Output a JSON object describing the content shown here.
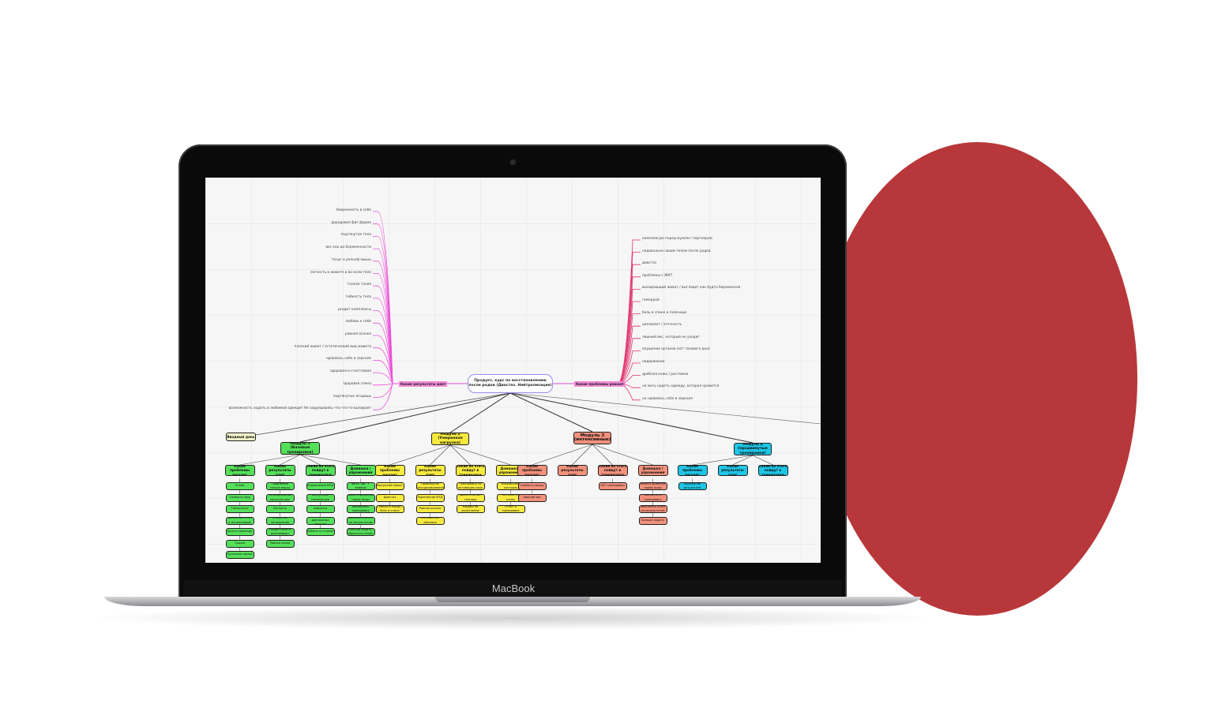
{
  "laptop": {
    "brand": "MacBook"
  },
  "mindmap": {
    "root": "Продукт, курс по восстановлению после родов (Диастаз. Нейтрализация)",
    "left_hub": "Какие результаты дает",
    "right_hub": "Какие проблемы решает",
    "left_leaves": [
      "Уверенность в себе",
      "дородовая фиг.форма",
      "подтянутое тело",
      "вес как до беременности",
      "тонус и рельеф мышц",
      "легкость в животе и во всем теле",
      "тонкая талия",
      "гибкость тела",
      "уходит комплексы",
      "любовь к себе",
      "ровная осанка",
      "плоский живот / эстетический вид живота",
      "нравлюсь себе в зеркале",
      "здоровая и счастливая",
      "здоровая спина",
      "подтянутые ягодицы",
      "возможность ходить в любимой одеждe! Не задумываясь что что-то выпирает"
    ],
    "right_leaves": [
      "комплексую перед мужем / партнером",
      "недовольна своим телом после родов",
      "диастаз",
      "проблемы с ЖКТ",
      "выпирающий живот / выглядит как будто беременная",
      "геморрой",
      "боль в спине и пояснице",
      "целлюлит / отечность",
      "лишний вес, который не уходит",
      "опущение органов (м/т тазового дна)",
      "недержание",
      "дряблая кожа / растяжки",
      "не могу надеть одежду, которая нравится",
      "не нравлюсь себе в зеркале"
    ],
    "intro": "Вводный день",
    "modules": [
      {
        "title": "Модуль 1 (Базовые тренировки)",
        "color": "#55e05a",
        "subs": [
          {
            "label": "Какие проблемы решает",
            "items": [
              "Отеки",
              "Слабость мкд",
              "Гипертонус",
              "Проблемы с ЖКТ и мочеполовой",
              "Боль в пояснице",
              "Грыжи",
              "Пупочная грыжа"
            ]
          },
          {
            "label": "Какие результаты дает",
            "items": [
              "Появление тонуса мышц",
              "Тонизирование мускулатуры",
              "Легкость",
              "Снижение напряжения",
              "Уходят боли и дискомфорт",
              "Ровная спина"
            ]
          },
          {
            "label": "Какие из этого пойдут в тренировки",
            "items": [
              "Упражнения МТД",
              "Вакуумный самомассаж",
              "Самомассаж живота и мобилизация",
              "Вакуумно-дренажные техники",
              "Работа со стопой"
            ]
          },
          {
            "label": "Домашка / упражнения",
            "items": [
              "Фото \"до\" + замеры",
              "Выпить дневную норму воды",
              "Выполнить тренировку",
              "Заполнить отчет по результатам",
              "Больше ходить, оберегать спину"
            ]
          }
        ]
      },
      {
        "title": "Модуль 2 (Умеренная нагрузка)",
        "color": "#f7ea3f",
        "subs": [
          {
            "label": "Какие проблемы решает",
            "items": [
              "Выпуклый живот",
              "Диастаз",
              "Слабость мышц / боль в спине"
            ]
          },
          {
            "label": "Какие результаты дает",
            "items": [
              "Правильное функционирование",
              "Укрепление МТД",
              "Ровная осанка",
              "Уменьшение объемов"
            ]
          },
          {
            "label": "Какие из этого пойдут в тренировки",
            "items": [
              "Тренировки на активацию кора",
              "Дыхательные техники",
              "Кардио на укрепление"
            ]
          },
          {
            "label": "Домашка / упражнения",
            "items": [
              "Визуальный контроль",
              "Питание по плану",
              "Отчет о тренировке"
            ]
          }
        ]
      },
      {
        "title": "Модуль 3 (интенсивные)",
        "color": "#f2917c",
        "subs": [
          {
            "label": "Какие проблемы решает",
            "items": [
              "Слабость мышц",
              "Лишний вес"
            ]
          },
          {
            "label": "Какие результаты дает",
            "items": []
          },
          {
            "label": "Какие из этого пойдут в тренировки",
            "items": [
              "HIIT тренировки"
            ]
          },
          {
            "label": "Домашка / упражнения",
            "items": [
              "Выпить дневную норму воды",
              "Выполнить тренировку",
              "Заполнить отчет по результатам",
              "Больше ходить"
            ]
          }
        ]
      },
      {
        "title": "Модуль 4 (продвинутые тренировки)",
        "color": "#1fc6e6",
        "subs": [
          {
            "label": "Какие проблемы решает",
            "items": [
              "Удержание результата"
            ]
          },
          {
            "label": "Какие результаты дает",
            "items": []
          },
          {
            "label": "Какие из этого пойдут в тренировки",
            "items": []
          }
        ]
      }
    ]
  }
}
